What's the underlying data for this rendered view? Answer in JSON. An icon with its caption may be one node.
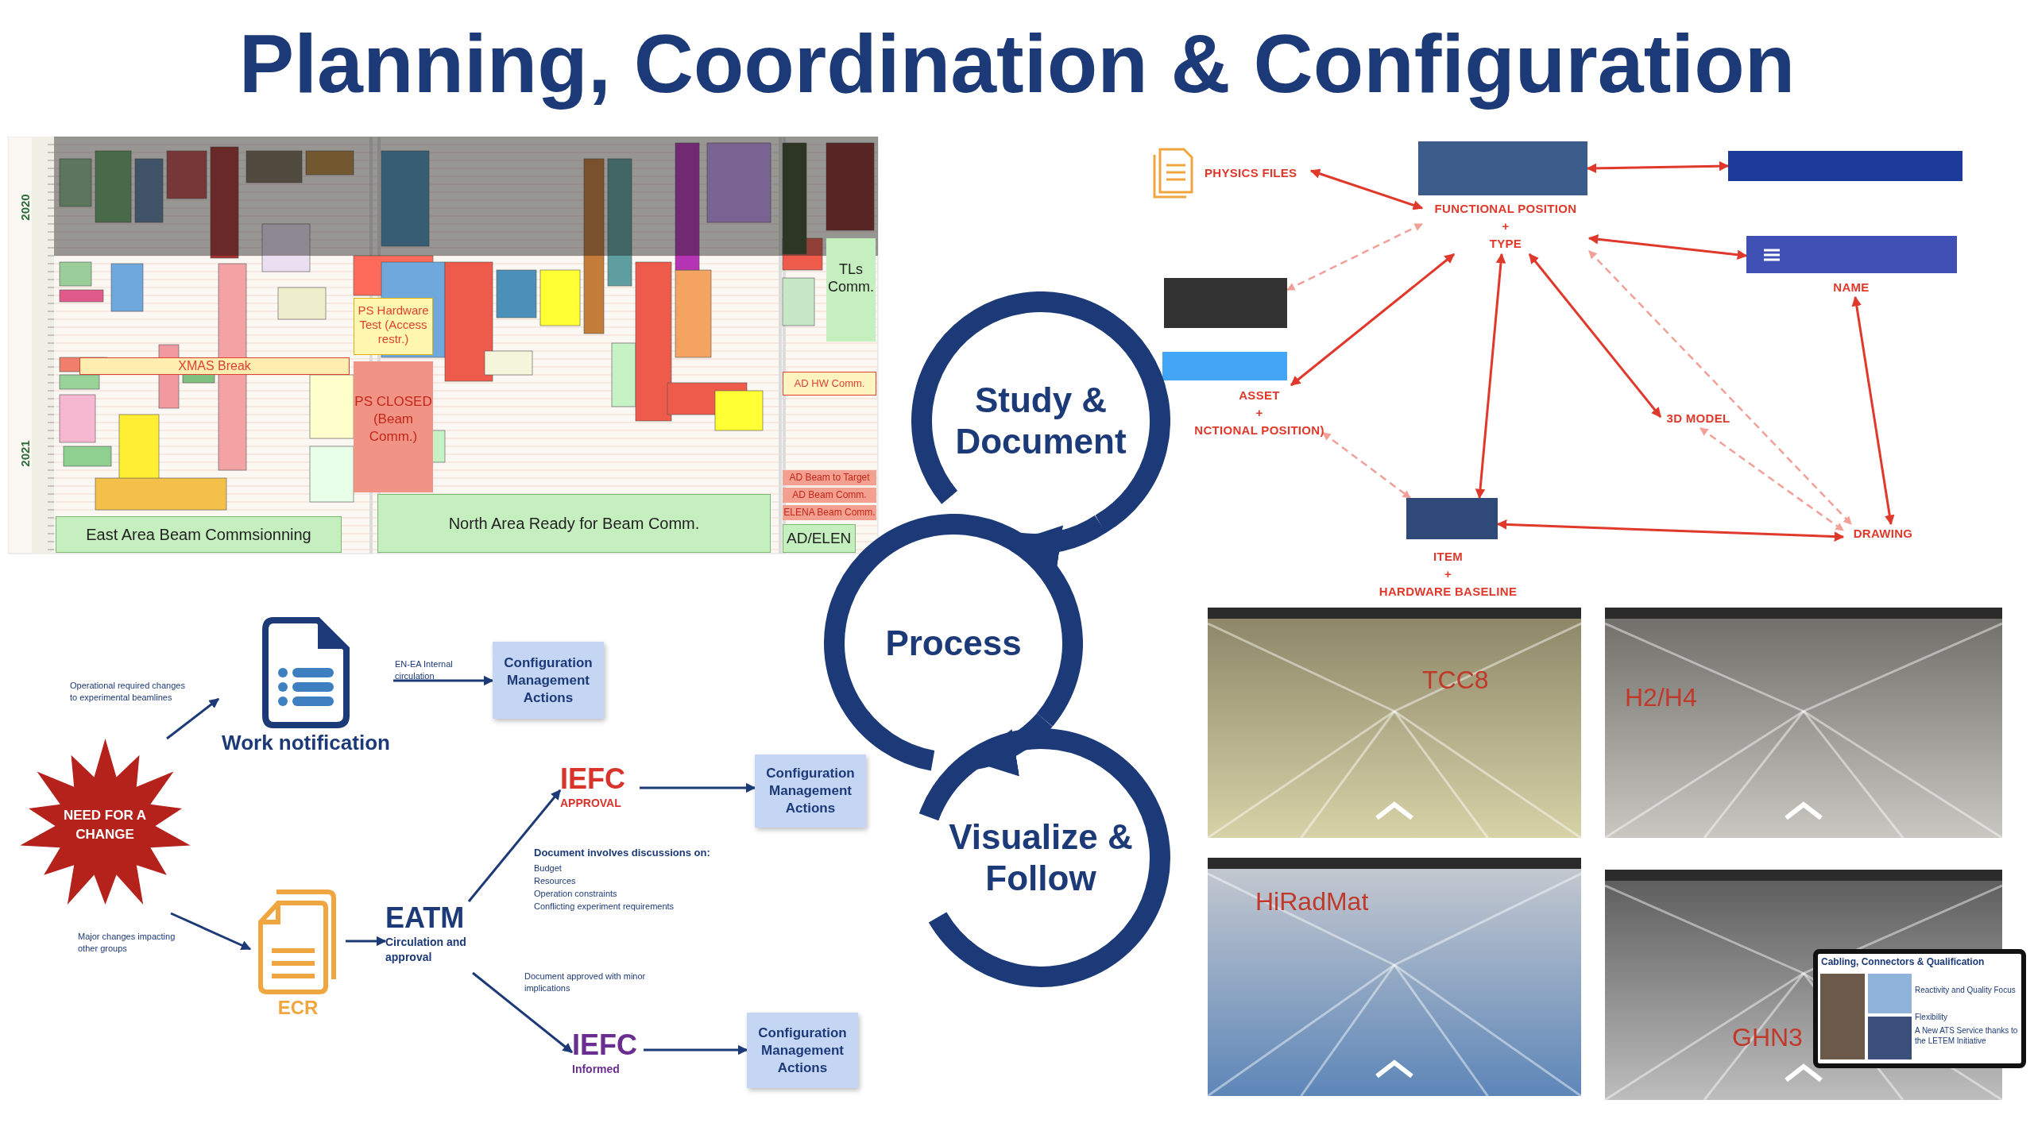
{
  "diagram": {
    "title": "Planning, Coordination & Configuration",
    "nodes": [
      {
        "text": [
          "PHYSICS FILES"
        ]
      },
      {
        "text": [],
        "shape": "box"
      },
      {
        "text": [
          "FUNCTIONAL POSITION",
          "+",
          "TYPE"
        ]
      },
      {
        "text": [],
        "shape": "box"
      },
      {
        "text": [],
        "shape": "box"
      },
      {
        "text": [
          "NAME"
        ]
      },
      {
        "text": [],
        "shape": "box"
      },
      {
        "text": [],
        "shape": "box"
      },
      {
        "text": [
          "ASSET",
          "+",
          "NCTIONAL POSITION)"
        ]
      },
      {
        "text": [
          "3D MODEL"
        ]
      },
      {
        "text": [],
        "shape": "box"
      },
      {
        "text": [
          "ITEM",
          "+",
          "HARDWARE BASELINE"
        ]
      },
      {
        "text": [
          "DRAWING"
        ]
      },
      {
        "text": [
          "NEED FOR A CHANGE"
        ]
      },
      {
        "text": [
          "Work notification"
        ]
      },
      {
        "text": [
          "Configuration Management Actions"
        ]
      },
      {
        "text": [
          "ECR"
        ]
      },
      {
        "text": [
          "EATM",
          "Circulation and approval"
        ]
      },
      {
        "text": [
          "IEFC",
          "APPROVAL"
        ]
      },
      {
        "text": [
          "Configuration Management Actions"
        ]
      },
      {
        "text": [
          "IEFC",
          "Informed"
        ]
      },
      {
        "text": [
          "Configuration Management Actions"
        ]
      },
      {
        "text": [
          "Study & Document"
        ]
      },
      {
        "text": [
          "Process"
        ]
      },
      {
        "text": [
          "Visualize & Follow"
        ]
      }
    ],
    "edges": [
      {
        "from": 0,
        "to": 2,
        "arrow": "both",
        "color": "#e0392b"
      },
      {
        "from": 1,
        "to": 3,
        "arrow": "both",
        "color": "#e0392b"
      },
      {
        "from": 2,
        "to": 4,
        "arrow": "both",
        "color": "#e0392b"
      },
      {
        "from": 2,
        "to": 8,
        "arrow": "both",
        "color": "#e0392b"
      },
      {
        "from": 2,
        "to": 10,
        "arrow": "both",
        "color": "#e0392b"
      },
      {
        "from": 2,
        "to": 9,
        "arrow": "both",
        "color": "#e0392b"
      },
      {
        "from": 5,
        "to": 12,
        "arrow": "both",
        "color": "#e0392b"
      },
      {
        "from": 10,
        "to": 12,
        "arrow": "both",
        "color": "#e0392b"
      },
      {
        "from": 6,
        "to": 2,
        "arrow": "both",
        "style": "dashed",
        "color": "#f2a097"
      },
      {
        "from": 8,
        "to": 10,
        "arrow": "both",
        "style": "dashed",
        "color": "#f2a097"
      },
      {
        "from": 2,
        "to": 12,
        "arrow": "both",
        "style": "dashed",
        "color": "#f2a097"
      },
      {
        "from": 9,
        "to": 12,
        "arrow": "both",
        "style": "dashed",
        "color": "#f2a097"
      },
      {
        "from": 13,
        "to": 14,
        "arrow": "to",
        "label": "Operational required changes to experimental beamlines"
      },
      {
        "from": 14,
        "to": 15,
        "arrow": "to",
        "label": "EN-EA Internal circulation"
      },
      {
        "from": 13,
        "to": 16,
        "arrow": "to",
        "label": "Major changes impacting other groups"
      },
      {
        "from": 16,
        "to": 17,
        "arrow": "to"
      },
      {
        "from": 17,
        "to": 18,
        "arrow": "to"
      },
      {
        "from": 18,
        "to": 19,
        "arrow": "to"
      },
      {
        "from": 17,
        "to": 20,
        "arrow": "to",
        "label": "Document approved with minor implications"
      },
      {
        "from": 20,
        "to": 21,
        "arrow": "to"
      },
      {
        "from": 22,
        "to": 23,
        "arrow": "to",
        "style": "thick"
      },
      {
        "from": 23,
        "to": 24,
        "arrow": "to",
        "style": "thick"
      }
    ],
    "labels": [
      "2020",
      "2021",
      "PS Hardware Test (Access restr.)",
      "XMAS Break",
      "TLs Comm.",
      "AD HW Comm.",
      "PS CLOSED (Beam Comm.)",
      "AD Beam to Target",
      "AD Beam Comm.",
      "ELENA Beam Comm.",
      "East Area Beam Commsionning",
      "North Area Ready for Beam Comm.",
      "AD/ELEN",
      "Document involves discussions on:",
      "Budget",
      "Resources",
      "Operation constraints",
      "Conflicting experiment requirements",
      "TCC8",
      "H2/H4",
      "HiRadMat",
      "GHN3",
      "Cabling, Connectors & Qualification",
      "Reactivity and Quality Focus",
      "Flexibility",
      "A New ATS Service thanks to the LETEM Initiative"
    ]
  }
}
